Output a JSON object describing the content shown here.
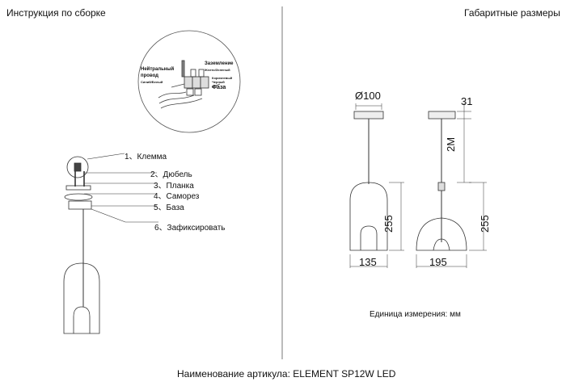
{
  "left_panel": {
    "title": "Инструкция по сборке",
    "wiring": {
      "neutral": "Нейтральный провод",
      "neutral_line1": "Нейтральный",
      "neutral_line2": "провод",
      "neutral_colors": "Синий/Белый",
      "ground": "Заземление",
      "ground_colors": "Желто/Зеленый",
      "phase_colors_1": "Коричневый",
      "phase_colors_2": "Черный",
      "phase": "Фаза"
    },
    "parts": [
      {
        "label": "1、Клемма"
      },
      {
        "label": "2、Дюбель"
      },
      {
        "label": "3、Планка"
      },
      {
        "label": "4、Саморез"
      },
      {
        "label": "5、База"
      },
      {
        "label": "6、Зафиксировать"
      }
    ]
  },
  "right_panel": {
    "title": "Габаритные размеры",
    "dimensions": {
      "canopy_diameter": "Ø100",
      "canopy_height": "31",
      "cable_length": "2M",
      "shade_height_front": "255",
      "shade_height_side": "255",
      "shade_width_front": "135",
      "shade_width_side": "195"
    },
    "units": "Единица измерения: мм"
  },
  "footer": {
    "article": "Наименование артикула: ELEMENT SP12W LED"
  }
}
